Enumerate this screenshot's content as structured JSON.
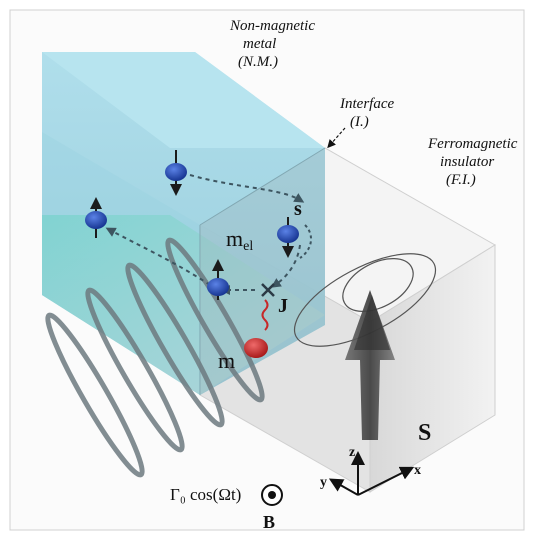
{
  "labels": {
    "nm_line1": "Non-magnetic",
    "nm_line2": "metal",
    "nm_line3": "(N.M.)",
    "interface_line1": "Interface",
    "interface_line2": "(I.)",
    "fi_line1": "Ferromagnetic",
    "fi_line2": "insulator",
    "fi_line3": "(F.I.)",
    "s_small": "s",
    "m_el": "m",
    "m_el_sub": "el",
    "J": "J",
    "m": "m",
    "S_big": "S",
    "drive": "Γ₀ cos(Ωt)",
    "B": "B"
  },
  "axes": {
    "z": "z",
    "y": "y",
    "x": "x"
  },
  "colors": {
    "nm_block": "#a9dcea",
    "nm_dark": "#7ab9cc",
    "fi_block": "#eaeaea",
    "electron": "#1c3fae",
    "mag_red": "#c62828",
    "arrow_dark": "#3a3a3a"
  }
}
